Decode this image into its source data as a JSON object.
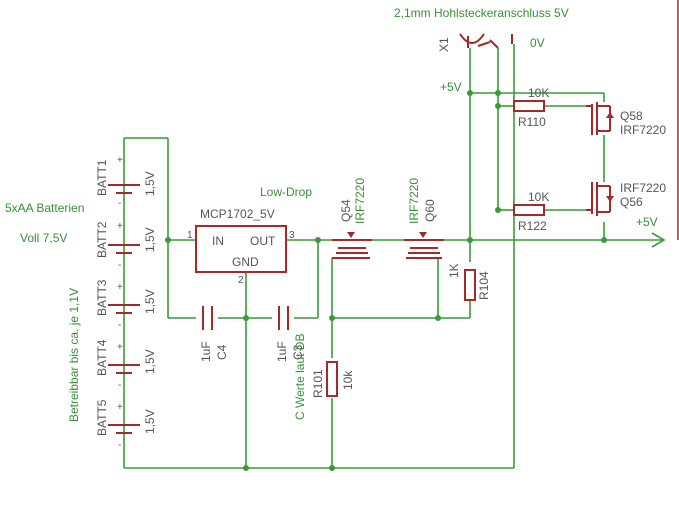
{
  "notes": {
    "connector": "2,1mm Hohlsteckeranschluss 5V",
    "batteries": "5xAA Batterien",
    "full_voltage": "Voll 7,5V",
    "usable": "Betreibbar bis ca. je 1,1V",
    "low_drop": "Low-Drop",
    "c_values": "C Werte laut DB"
  },
  "nets": {
    "zero_v": "0V",
    "plus5v_top": "+5V",
    "plus5v_out": "+5V"
  },
  "connector": {
    "name": "X1"
  },
  "batteries": [
    {
      "name": "BATT1",
      "value": "1,5V"
    },
    {
      "name": "BATT2",
      "value": "1,5V"
    },
    {
      "name": "BATT3",
      "value": "1,5V"
    },
    {
      "name": "BATT4",
      "value": "1,5V"
    },
    {
      "name": "BATT5",
      "value": "1,5V"
    }
  ],
  "regulator": {
    "name": "MCP1702_5V",
    "pin_in": "IN",
    "pin_out": "OUT",
    "pin_gnd": "GND",
    "pin1": "1",
    "pin2": "2",
    "pin3": "3"
  },
  "capacitors": [
    {
      "name": "C4",
      "value": "1uF"
    },
    {
      "name": "C3",
      "value": "1uF"
    }
  ],
  "mosfets": [
    {
      "name": "Q54",
      "value": "IRF7220"
    },
    {
      "name": "Q60",
      "value": "IRF7220"
    },
    {
      "name": "Q58",
      "value": "IRF7220"
    },
    {
      "name": "Q56",
      "value": "IRF7220"
    }
  ],
  "resistors": [
    {
      "name": "R110",
      "value": "10K"
    },
    {
      "name": "R122",
      "value": "10K"
    },
    {
      "name": "R104",
      "value": "1K"
    },
    {
      "name": "R101",
      "value": "10k"
    }
  ],
  "battery_signs": {
    "plus": "+",
    "minus": "-"
  }
}
